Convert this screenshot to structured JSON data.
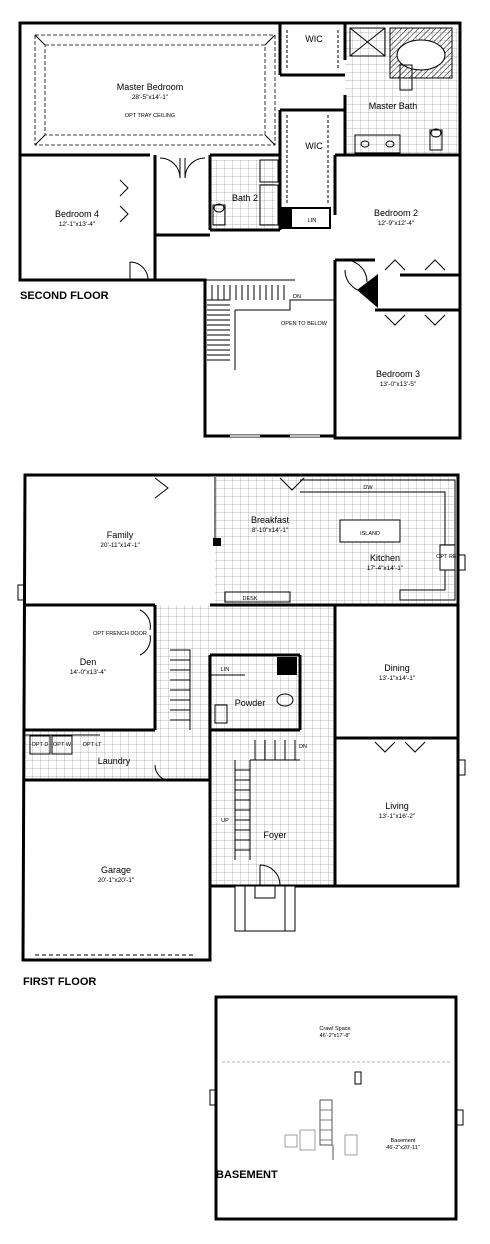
{
  "second_floor": {
    "title": "SECOND FLOOR",
    "rooms": {
      "master_bedroom": {
        "name": "Master Bedroom",
        "dims": "28'-5\"x14'-1\"",
        "note": "OPT TRAY CEILING"
      },
      "wic_1": {
        "name": "WIC"
      },
      "wic_2": {
        "name": "WIC"
      },
      "master_bath": {
        "name": "Master Bath"
      },
      "bedroom_4": {
        "name": "Bedroom 4",
        "dims": "12'-1\"x13'-4\""
      },
      "bath_2": {
        "name": "Bath 2"
      },
      "lin": {
        "name": "LIN"
      },
      "bedroom_2": {
        "name": "Bedroom 2",
        "dims": "12'-9\"x12'-4\""
      },
      "bedroom_3": {
        "name": "Bedroom 3",
        "dims": "13'-0\"x13'-5\""
      },
      "open_to_below": {
        "name": "OPEN TO BELOW"
      },
      "stair_dn": {
        "name": "DN"
      }
    }
  },
  "first_floor": {
    "title": "FIRST FLOOR",
    "rooms": {
      "family": {
        "name": "Family",
        "dims": "20'-11\"x14'-1\""
      },
      "breakfast": {
        "name": "Breakfast",
        "dims": "8'-10\"x14'-1\""
      },
      "island": {
        "name": "ISLAND"
      },
      "kitchen": {
        "name": "Kitchen",
        "dims": "17'-4\"x14'-1\""
      },
      "dw": {
        "name": "DW"
      },
      "opt_ref": {
        "name": "OPT REF"
      },
      "desk": {
        "name": "DESK"
      },
      "den": {
        "name": "Den",
        "dims": "14'-0\"x13'-4\""
      },
      "french_door": {
        "name": "OPT FRENCH DOOR"
      },
      "lin": {
        "name": "LIN"
      },
      "powder": {
        "name": "Powder"
      },
      "dining": {
        "name": "Dining",
        "dims": "13'-1\"x14'-1\""
      },
      "opt_d": {
        "name": "OPT D"
      },
      "opt_w": {
        "name": "OPT W"
      },
      "opt_lt": {
        "name": "OPT LT"
      },
      "laundry": {
        "name": "Laundry"
      },
      "stair_dn": {
        "name": "DN"
      },
      "stair_up": {
        "name": "UP"
      },
      "living": {
        "name": "Living",
        "dims": "13'-1\"x16'-2\""
      },
      "foyer": {
        "name": "Foyer"
      },
      "garage": {
        "name": "Garage",
        "dims": "20'-1\"x20'-1\""
      }
    }
  },
  "basement": {
    "title": "BASEMENT",
    "rooms": {
      "crawl_space": {
        "name": "Crawl Space",
        "dims": "46'-2\"x17'-8\""
      },
      "basement": {
        "name": "Basement",
        "dims": "46'-2\"x20'-11\""
      }
    }
  }
}
